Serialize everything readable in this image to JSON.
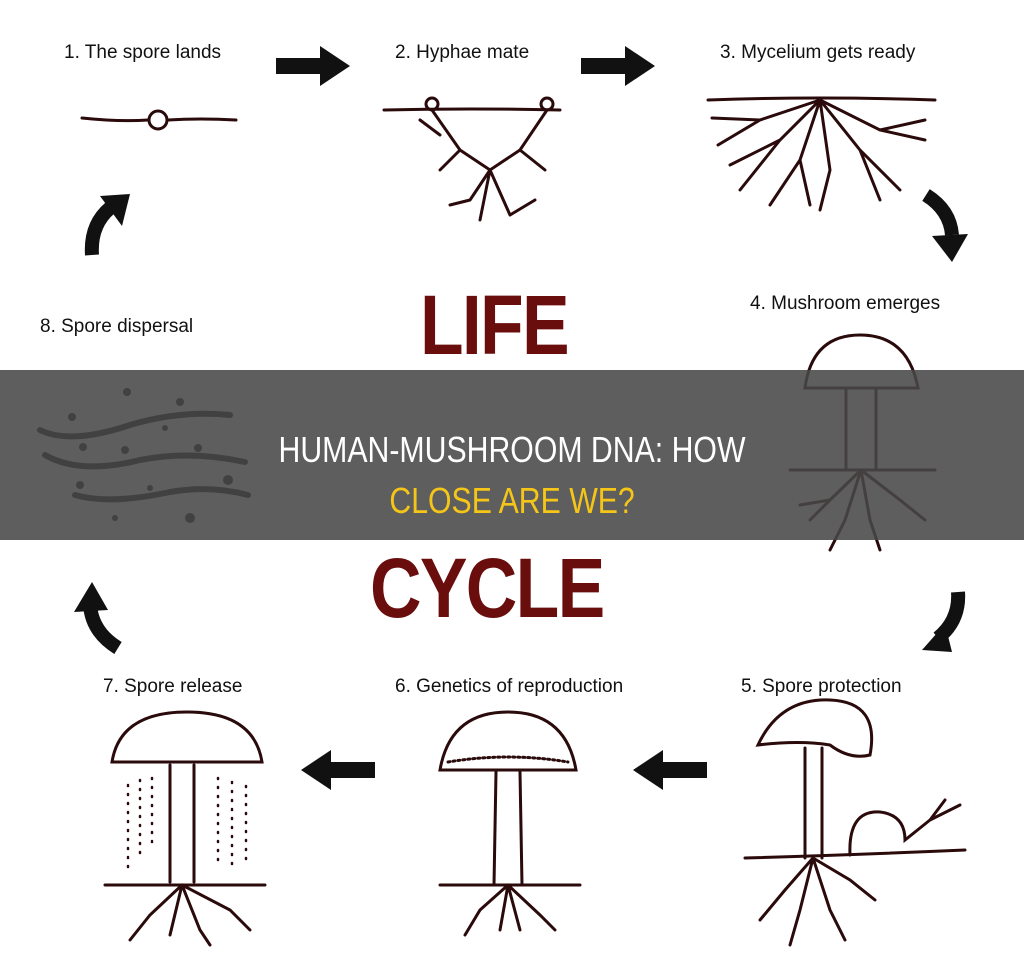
{
  "diagram": {
    "center_text": [
      "LIFE",
      "CYCLE"
    ],
    "center_color": "#6a0d0d",
    "stages": [
      {
        "label": "1. The spore lands"
      },
      {
        "label": "2. Hyphae mate"
      },
      {
        "label": "3. Mycelium gets ready"
      },
      {
        "label": "4. Mushroom emerges"
      },
      {
        "label": "5. Spore protection"
      },
      {
        "label": "6. Genetics of reproduction"
      },
      {
        "label": "7. Spore release"
      },
      {
        "label": "8. Spore dispersal"
      }
    ]
  },
  "banner": {
    "title_line1": "HUMAN-MUSHROOM DNA: HOW",
    "title_line2": "CLOSE ARE WE?",
    "line1_color": "#ffffff",
    "line2_color": "#f5c518"
  }
}
